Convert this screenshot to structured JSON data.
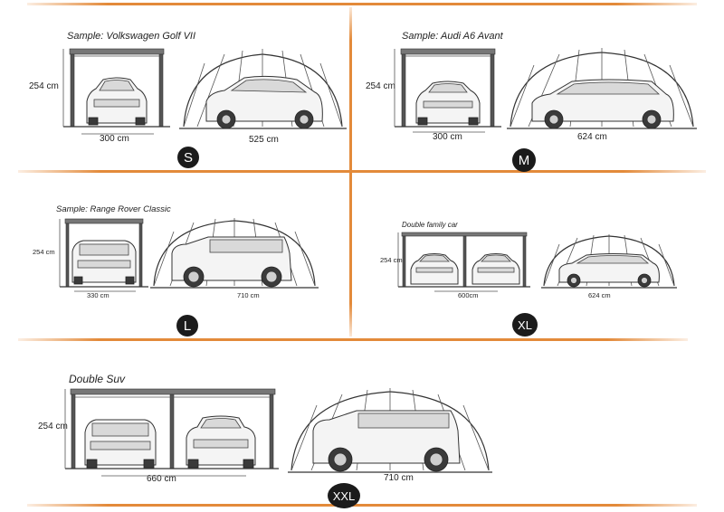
{
  "panels": {
    "s": {
      "sample": "Sample: Volkswagen Golf VII",
      "height": "254 cm",
      "width": "300 cm",
      "length": "525 cm",
      "size": "S"
    },
    "m": {
      "sample": "Sample: Audi A6 Avant",
      "height": "254 cm",
      "width": "300 cm",
      "length": "624 cm",
      "size": "M"
    },
    "l": {
      "sample": "Sample: Range Rover Classic",
      "height": "254 cm",
      "width": "330 cm",
      "length": "710 cm",
      "size": "L"
    },
    "xl": {
      "sample": "Double family car",
      "height": "254 cm",
      "width": "600cm",
      "length": "624 cm",
      "size": "XL"
    },
    "xxl": {
      "sample": "Double Suv",
      "height": "254 cm",
      "width": "660 cm",
      "length": "710 cm",
      "size": "XXL"
    }
  },
  "colors": {
    "divider": "#e38a3a",
    "badge": "#1b1b1b"
  }
}
